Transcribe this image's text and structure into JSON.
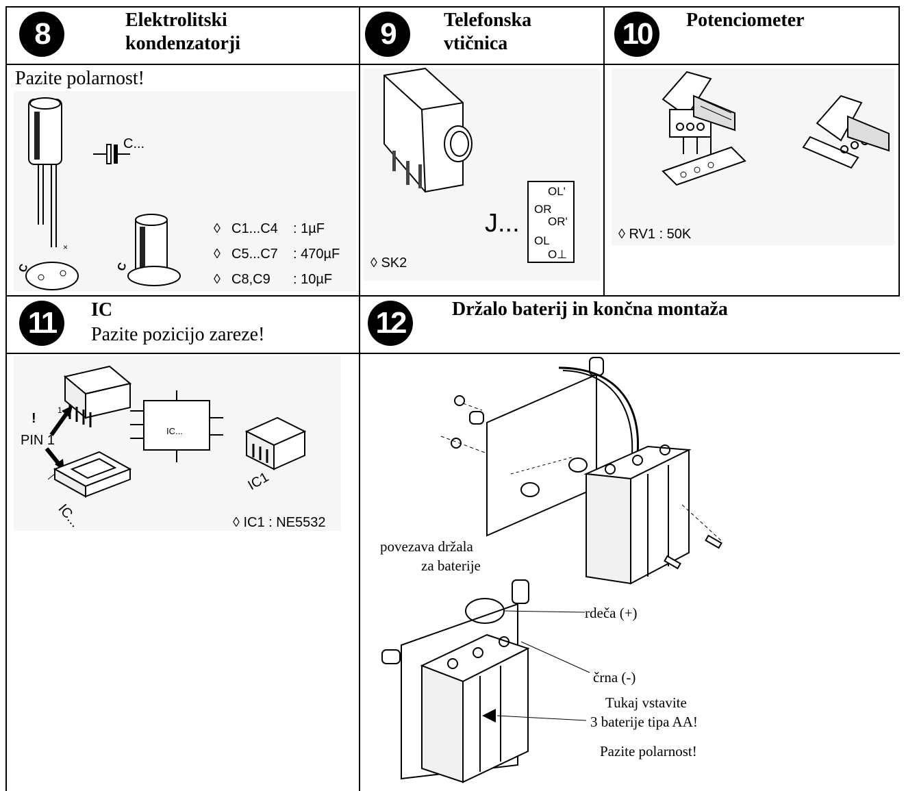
{
  "sections": {
    "s8": {
      "number": "8",
      "title": "Elektrolitski\nkondenzatorji",
      "note": "Pazite polarnost!",
      "symbol_label": "C...",
      "specs": [
        {
          "mark": "◊",
          "ref": "C1...C4",
          "value": ": 1µF"
        },
        {
          "mark": "◊",
          "ref": "C5...C7",
          "value": ": 470µF"
        },
        {
          "mark": "◊",
          "ref": "C8,C9",
          "value": ": 10µF"
        }
      ]
    },
    "s9": {
      "number": "9",
      "title": "Telefonska\nvtičnica",
      "jack_label": "J...",
      "spec": "◊ SK2",
      "pins": [
        "OL'",
        "OR",
        "OR'",
        "OL",
        "O⊥"
      ]
    },
    "s10": {
      "number": "10",
      "title": "Potenciometer",
      "spec": "◊ RV1 : 50K"
    },
    "s11": {
      "number": "11",
      "title": "IC",
      "note": "Pazite pozicijo zareze!",
      "excl": "!",
      "pin1": "PIN 1",
      "pin1_num": "1",
      "ic_label": "IC...",
      "socket_label": "IC...",
      "ic1_label": "IC1",
      "spec": "◊ IC1 : NE5532"
    },
    "s12": {
      "number": "12",
      "title": "Držalo baterij in končna montaža",
      "connection": [
        "povezava držala",
        "za baterije"
      ],
      "red": "rdeča (+)",
      "black": "črna (-)",
      "insert": [
        "Tukaj vstavite",
        "3 baterije tipa AA!"
      ],
      "polarity": "Pazite polarnost!"
    }
  }
}
